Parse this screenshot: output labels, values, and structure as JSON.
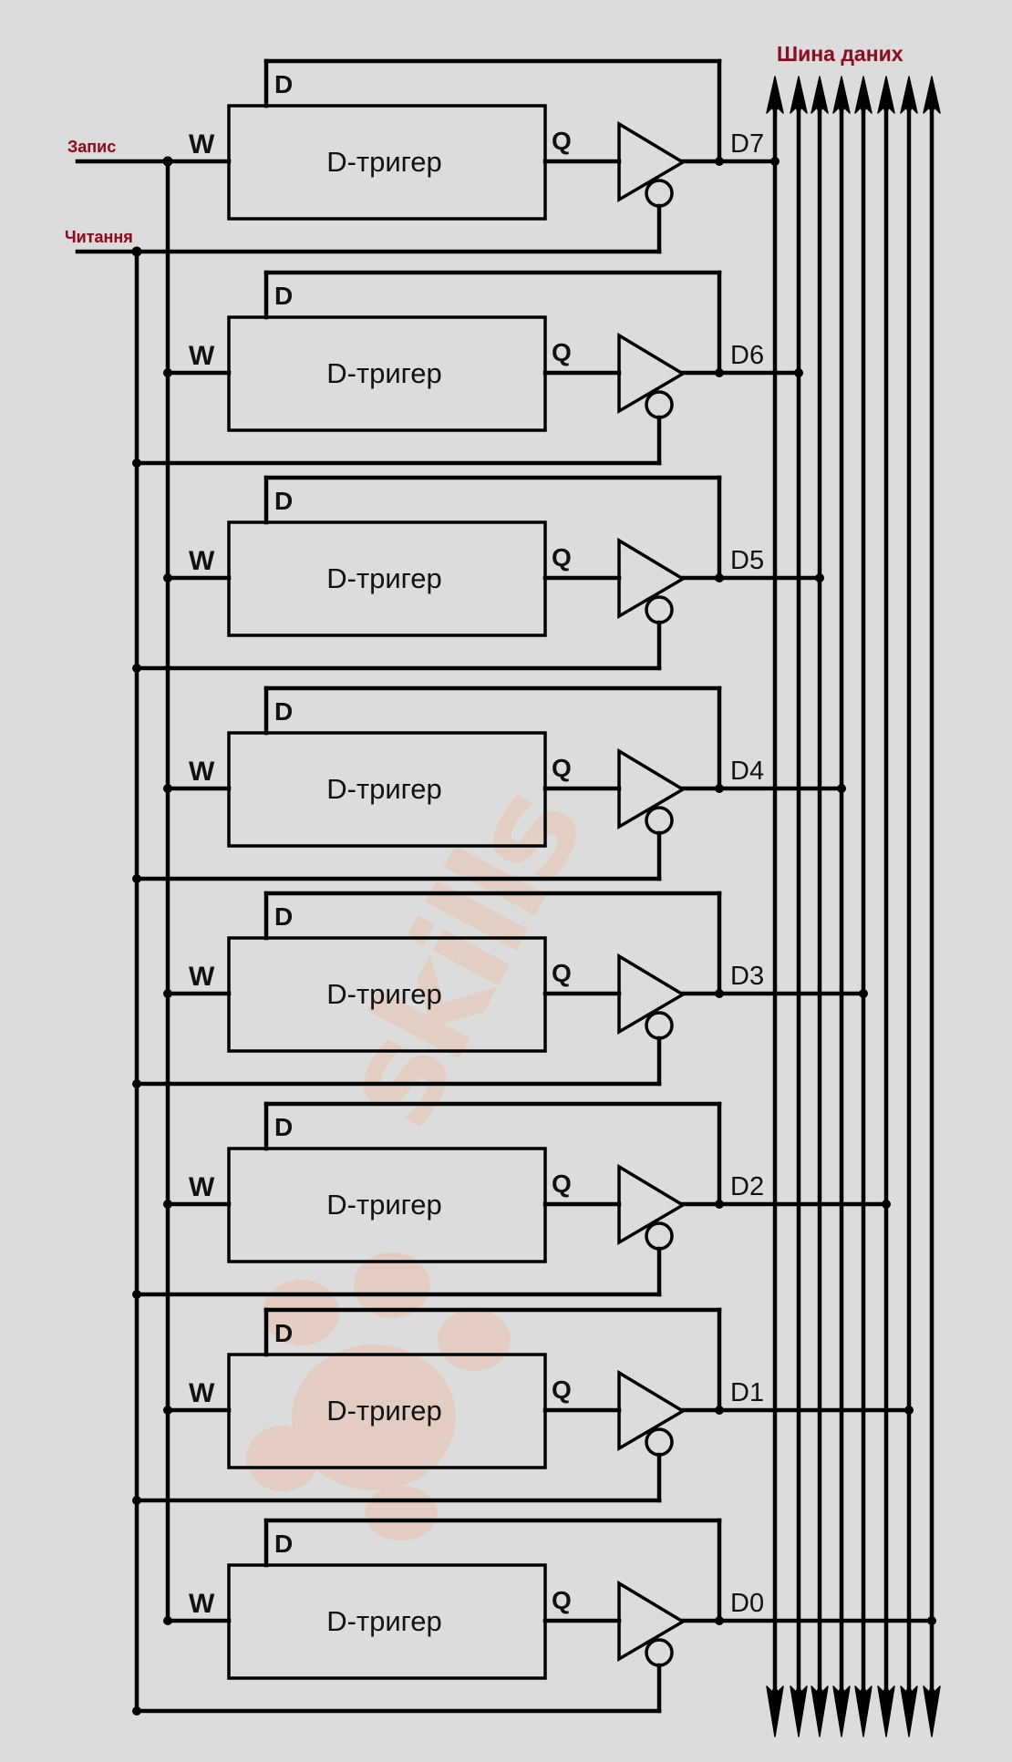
{
  "diagram": {
    "title": "Регістр з виходом на шину даних (8 D-тригерів з тристабільними буферами)",
    "bus_label": "Шина даних",
    "inputs": {
      "write_label": "Запис",
      "read_label": "Читання"
    },
    "cell": {
      "box_label": "D-тригер",
      "pin_d": "D",
      "pin_w": "W",
      "pin_q": "Q"
    },
    "bits": [
      {
        "name": "D7",
        "bus_index": 0
      },
      {
        "name": "D6",
        "bus_index": 1
      },
      {
        "name": "D5",
        "bus_index": 2
      },
      {
        "name": "D4",
        "bus_index": 3
      },
      {
        "name": "D3",
        "bus_index": 4
      },
      {
        "name": "D2",
        "bus_index": 5
      },
      {
        "name": "D1",
        "bus_index": 6
      },
      {
        "name": "D0",
        "bus_index": 7
      }
    ],
    "bus_line_count": 8,
    "bus_direction": "bidirectional",
    "watermark": "faint logo",
    "colors": {
      "background": "#dcdcdc",
      "wire": "#000000",
      "label_accent": "#7a1426",
      "watermark": "#f0b59a"
    }
  }
}
